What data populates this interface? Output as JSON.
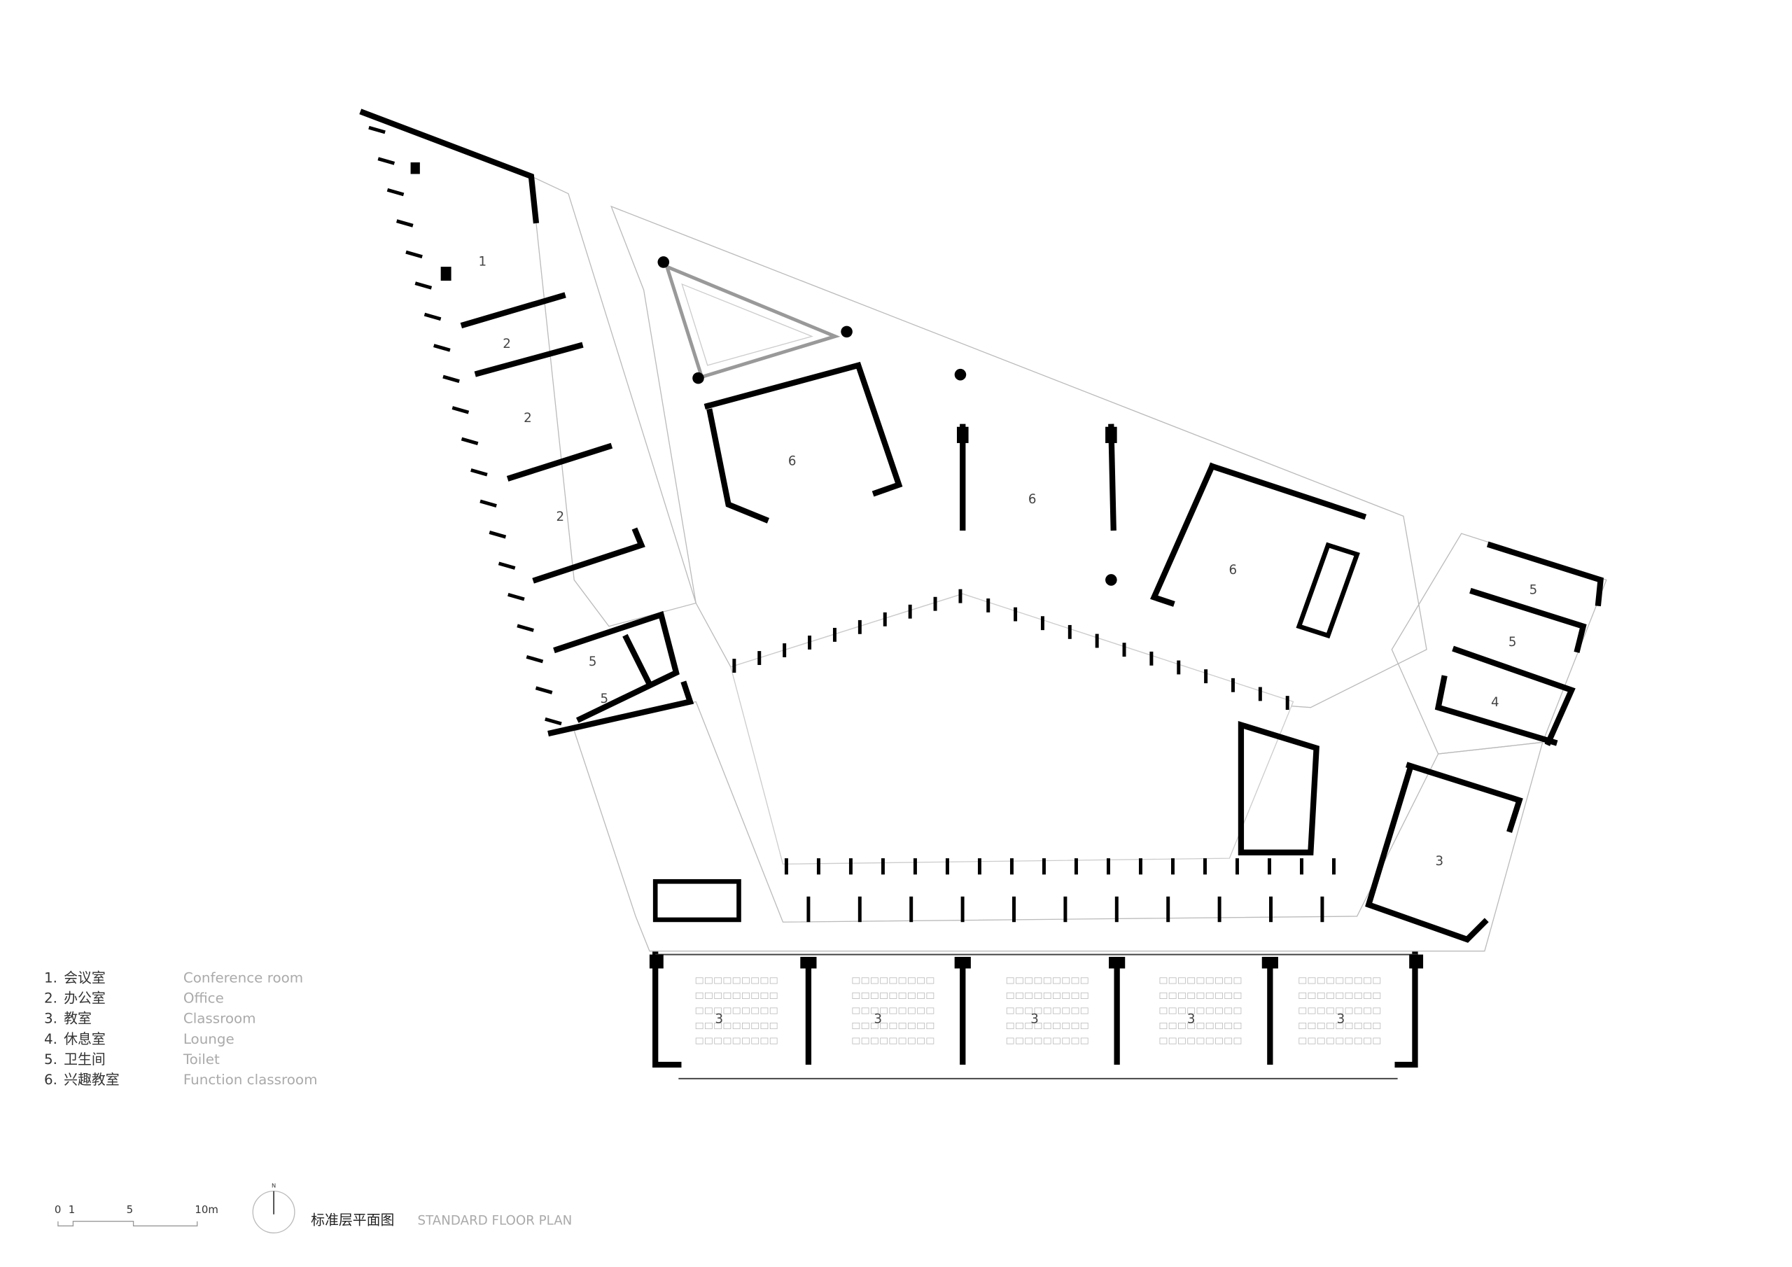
{
  "title": {
    "zh": "标准层平面图",
    "en": "STANDARD FLOOR PLAN"
  },
  "legend": [
    {
      "num": "1.",
      "zh": "会议室",
      "en": "Conference room"
    },
    {
      "num": "2.",
      "zh": "办公室",
      "en": "Office"
    },
    {
      "num": "3.",
      "zh": "教室",
      "en": "Classroom"
    },
    {
      "num": "4.",
      "zh": "休息室",
      "en": "Lounge"
    },
    {
      "num": "5.",
      "zh": "卫生间",
      "en": "Toilet"
    },
    {
      "num": "6.",
      "zh": "兴趣教室",
      "en": "Function classroom"
    }
  ],
  "scale_bar": {
    "ticks": [
      "0",
      "1",
      "5",
      "10m"
    ]
  },
  "north": "N",
  "rooms": [
    "1",
    "2",
    "2",
    "2",
    "5",
    "5",
    "6",
    "6",
    "6",
    "5",
    "5",
    "4",
    "3",
    "3",
    "3",
    "3",
    "3",
    "3"
  ]
}
